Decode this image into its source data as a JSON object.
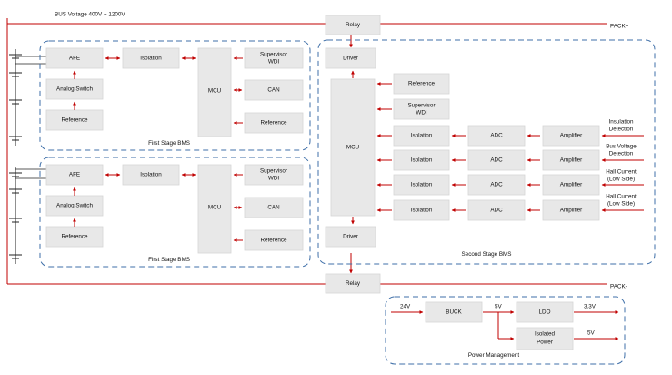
{
  "bus_voltage": "BUS Voltage 400V ~ 1200V",
  "pack_plus": "PACK+",
  "pack_minus": "PACK-",
  "relay": "Relay",
  "first_stage_top": {
    "title": "First Stage BMS",
    "afe": "AFE",
    "isolation": "Isolation",
    "mcu": "MCU",
    "supervisor": [
      "Supervisor",
      "WDI"
    ],
    "can": "CAN",
    "reference": "Reference",
    "analog_switch": "Analog Switch",
    "afe_reference": "Reference"
  },
  "first_stage_bottom": {
    "title": "First Stage BMS",
    "afe": "AFE",
    "isolation": "Isolation",
    "mcu": "MCU",
    "supervisor": [
      "Supervisor",
      "WDI"
    ],
    "can": "CAN",
    "reference": "Reference",
    "analog_switch": "Analog Switch",
    "afe_reference": "Reference"
  },
  "second_stage": {
    "title": "Second Stage BMS",
    "driver": "Driver",
    "mcu": "MCU",
    "reference": "Reference",
    "supervisor": [
      "Supervisor",
      "WDI"
    ],
    "isolation": "Isolation",
    "adc": "ADC",
    "amplifier": "Amplifier",
    "inputs": [
      [
        "Insulation",
        "Detection"
      ],
      [
        "Bus Voltage",
        "Detection"
      ],
      [
        "Hall Current",
        "(Low Side)"
      ],
      [
        "Hall Current",
        "(Low Side)"
      ]
    ]
  },
  "power": {
    "title": "Power Management",
    "in_24v": "24V",
    "buck": "BUCK",
    "v5_label": "5V",
    "ldo": "LDO",
    "out_33v": "3.3V",
    "isolated_power": [
      "Isolated",
      "Power"
    ],
    "out_5v": "5V"
  },
  "colors": {
    "block_fill": "#e8e8e8",
    "group_border": "#3f6fa8",
    "arrow": "#c00000"
  }
}
